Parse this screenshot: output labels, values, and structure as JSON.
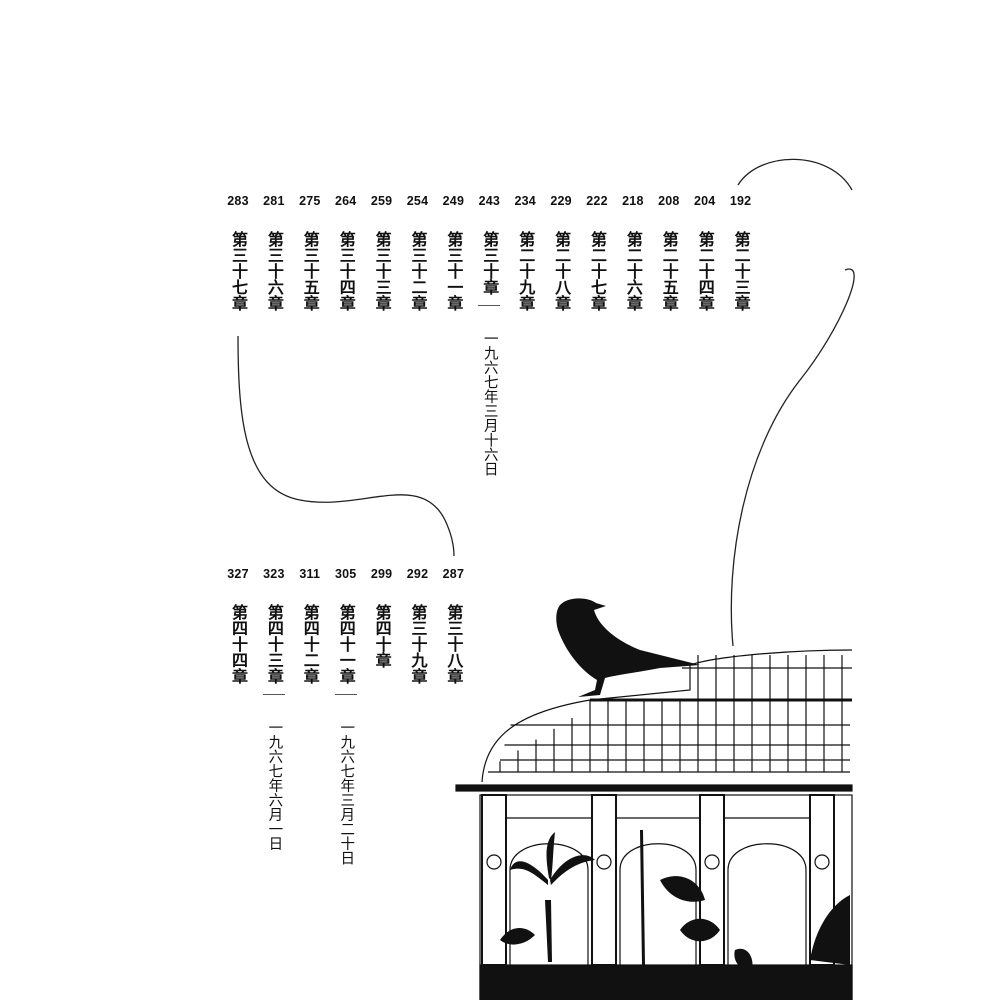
{
  "toc_top": [
    {
      "page": "283",
      "chapter": "第三十七章"
    },
    {
      "page": "281",
      "chapter": "第三十六章"
    },
    {
      "page": "275",
      "chapter": "第三十五章"
    },
    {
      "page": "264",
      "chapter": "第三十四章"
    },
    {
      "page": "259",
      "chapter": "第三十三章"
    },
    {
      "page": "254",
      "chapter": "第三十二章"
    },
    {
      "page": "249",
      "chapter": "第三十一章"
    },
    {
      "page": "243",
      "chapter": "第三十章",
      "date": "一九六七年三月十六日"
    },
    {
      "page": "234",
      "chapter": "第二十九章"
    },
    {
      "page": "229",
      "chapter": "第二十八章"
    },
    {
      "page": "222",
      "chapter": "第二十七章"
    },
    {
      "page": "218",
      "chapter": "第二十六章"
    },
    {
      "page": "208",
      "chapter": "第二十五章"
    },
    {
      "page": "204",
      "chapter": "第二十四章"
    },
    {
      "page": "192",
      "chapter": "第二十三章"
    }
  ],
  "toc_bottom": [
    {
      "page": "327",
      "chapter": "第四十四章"
    },
    {
      "page": "323",
      "chapter": "第四十三章",
      "date": "一九六七年六月一日"
    },
    {
      "page": "311",
      "chapter": "第四十二章"
    },
    {
      "page": "305",
      "chapter": "第四十一章",
      "date": "一九六七年三月二十日"
    },
    {
      "page": "299",
      "chapter": "第四十章"
    },
    {
      "page": "292",
      "chapter": "第三十九章"
    },
    {
      "page": "287",
      "chapter": "第三十八章"
    }
  ],
  "illustration": {
    "subject": "crow-on-greenhouse",
    "ink_color": "#111111"
  }
}
